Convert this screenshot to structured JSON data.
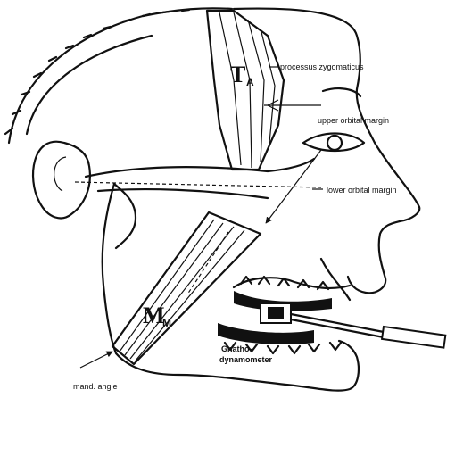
{
  "labels": {
    "processus_zygomaticus": "processus zygomaticus",
    "upper_orbital_margin": "upper orbital margin",
    "lower_orbital_margin": "lower orbital margin",
    "mand_angle": "mand. angle",
    "gnatho_line1": "Gnatho-",
    "gnatho_line2": "dynamometer",
    "temporalis_symbol": "T",
    "temporalis_sub": "A",
    "masseter_symbol": "M",
    "masseter_sub": "M"
  }
}
